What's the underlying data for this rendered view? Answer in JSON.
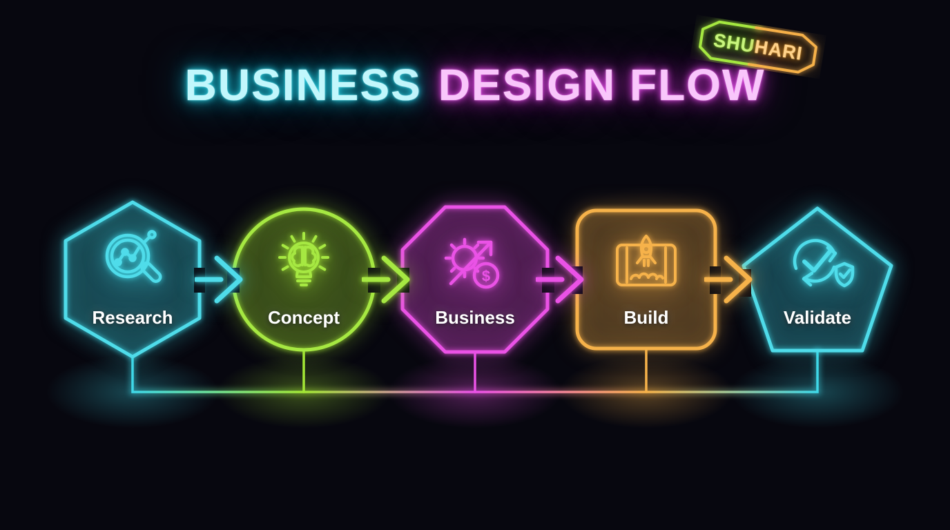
{
  "title": {
    "text_primary": "BUSINESS",
    "text_secondary": "DESIGN FLOW",
    "color_primary": "#2bd5e8",
    "color_secondary": "#e44fe8"
  },
  "badge": {
    "text_left": "SHU",
    "text_right": "HARI",
    "color_left": "#a6e842",
    "color_right": "#f6b24a"
  },
  "stages": [
    {
      "label": "Research",
      "shape": "hexagon",
      "icon": "magnifier-analytics-icon",
      "color": "#3fd8e8"
    },
    {
      "label": "Concept",
      "shape": "circle",
      "icon": "lightbulb-brain-icon",
      "color": "#a3e635"
    },
    {
      "label": "Business",
      "shape": "octagon",
      "icon": "gear-growth-dollar-icon",
      "icon_glyph": "$",
      "color": "#ea52e6"
    },
    {
      "label": "Build",
      "shape": "rounded-square",
      "icon": "rocket-blueprint-icon",
      "color": "#f6b24a"
    },
    {
      "label": "Validate",
      "shape": "pentagon",
      "icon": "cycle-check-shield-icon",
      "color": "#3fd8e8"
    }
  ],
  "arrows": {
    "color_sequence": [
      "#3fd8e8",
      "#a3e635",
      "#ea52e6",
      "#f6b24a"
    ]
  },
  "connector": {
    "style": "neon-timeline",
    "gradient_stops": [
      "#3fd8e8",
      "#a3e635",
      "#ea52e6",
      "#f6b24a",
      "#3fd8e8"
    ]
  },
  "colors": {
    "background": "#07070f",
    "label_text": "#ffffff"
  }
}
